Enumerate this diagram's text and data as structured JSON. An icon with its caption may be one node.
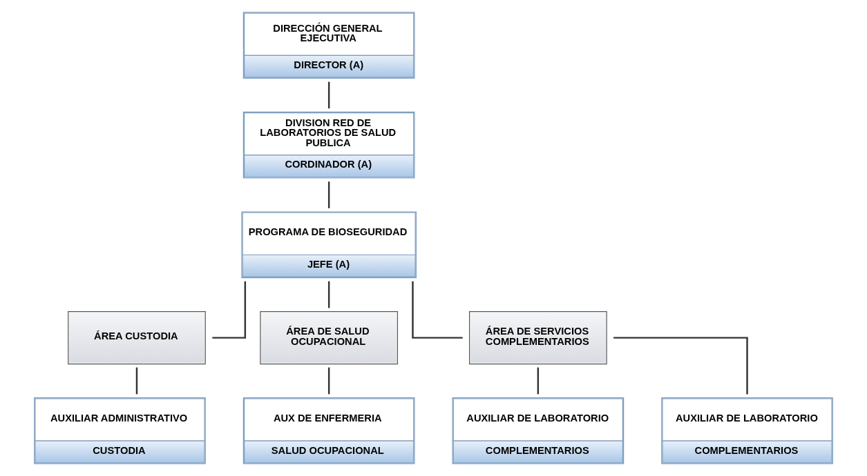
{
  "diagram": {
    "nodes": [
      {
        "text": [
          "DIRECCIÓN GENERAL EJECUTIVA",
          "DIRECTOR (A)"
        ]
      },
      {
        "text": [
          "DIVISION RED DE LABORATORIOS DE SALUD PUBLICA",
          "CORDINADOR (A)"
        ]
      },
      {
        "text": [
          "PROGRAMA DE BIOSEGURIDAD",
          "JEFE (A)"
        ]
      },
      {
        "text": [
          "ÁREA CUSTODIA"
        ]
      },
      {
        "text": [
          "ÁREA DE SALUD OCUPACIONAL"
        ]
      },
      {
        "text": [
          "ÁREA DE SERVICIOS COMPLEMENTARIOS"
        ]
      },
      {
        "text": [
          "AUXILIAR ADMINISTRATIVO",
          "CUSTODIA"
        ]
      },
      {
        "text": [
          "AUX DE ENFERMERIA",
          "SALUD OCUPACIONAL"
        ]
      },
      {
        "text": [
          "AUXILIAR DE LABORATORIO",
          "COMPLEMENTARIOS"
        ]
      },
      {
        "text": [
          "AUXILIAR DE LABORATORIO",
          "COMPLEMENTARIOS"
        ]
      }
    ],
    "edges": [
      {
        "from": 0,
        "to": 1,
        "arrow": "none"
      },
      {
        "from": 1,
        "to": 2,
        "arrow": "none"
      },
      {
        "from": 2,
        "to": 3,
        "arrow": "none"
      },
      {
        "from": 2,
        "to": 4,
        "arrow": "none"
      },
      {
        "from": 2,
        "to": 5,
        "arrow": "none"
      },
      {
        "from": 3,
        "to": 6,
        "arrow": "none"
      },
      {
        "from": 4,
        "to": 7,
        "arrow": "none"
      },
      {
        "from": 5,
        "to": 8,
        "arrow": "none"
      },
      {
        "from": 5,
        "to": 9,
        "arrow": "none"
      }
    ]
  }
}
